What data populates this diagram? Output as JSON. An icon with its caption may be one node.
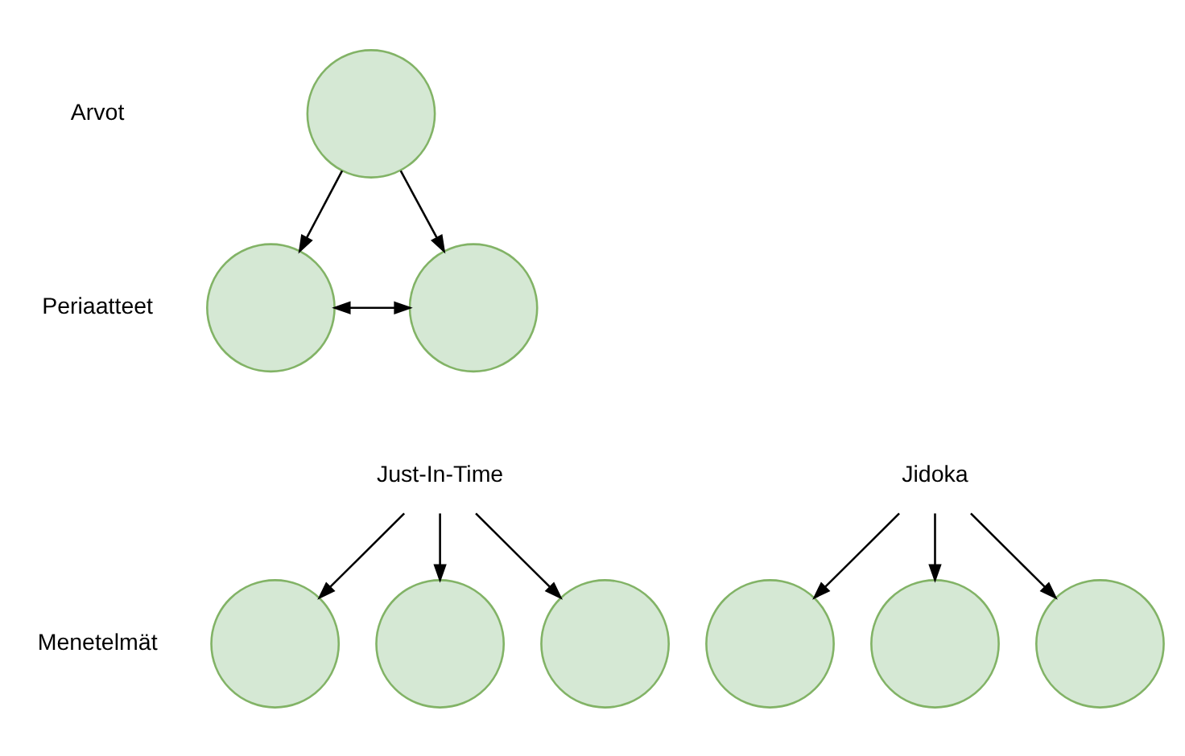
{
  "diagram": {
    "nodes": [
      {
        "text": [],
        "shape": "circle"
      },
      {
        "text": [],
        "shape": "circle"
      },
      {
        "text": [],
        "shape": "circle"
      },
      {
        "text": [
          "Just-In-Time"
        ]
      },
      {
        "text": [
          "Jidoka"
        ]
      },
      {
        "text": [],
        "shape": "circle"
      },
      {
        "text": [],
        "shape": "circle"
      },
      {
        "text": [],
        "shape": "circle"
      },
      {
        "text": [],
        "shape": "circle"
      },
      {
        "text": [],
        "shape": "circle"
      },
      {
        "text": [],
        "shape": "circle"
      }
    ],
    "edges": [
      {
        "from": 0,
        "to": 1,
        "arrow": "to"
      },
      {
        "from": 0,
        "to": 2,
        "arrow": "to"
      },
      {
        "from": 1,
        "to": 2,
        "arrow": "both"
      },
      {
        "from": 3,
        "to": 5,
        "arrow": "to"
      },
      {
        "from": 3,
        "to": 6,
        "arrow": "to"
      },
      {
        "from": 3,
        "to": 7,
        "arrow": "to"
      },
      {
        "from": 4,
        "to": 8,
        "arrow": "to"
      },
      {
        "from": 4,
        "to": 9,
        "arrow": "to"
      },
      {
        "from": 4,
        "to": 10,
        "arrow": "to"
      }
    ],
    "labels": [
      "Arvot",
      "Periaatteet",
      "Menetelmät"
    ]
  }
}
